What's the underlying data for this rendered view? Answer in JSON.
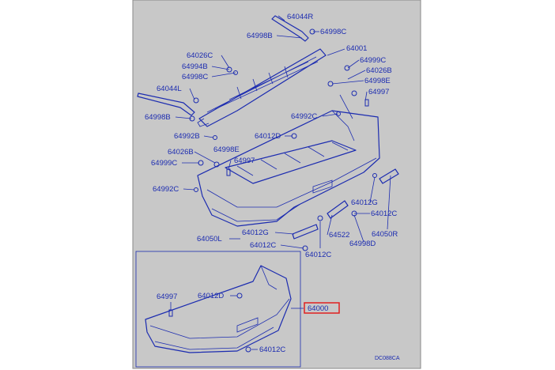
{
  "colors": {
    "panel_bg": "#c8c8c8",
    "ink": "#1c2cb0",
    "highlight": "#e02020"
  },
  "labels": {
    "l_64044R": "64044R",
    "l_64998B_a": "64998B",
    "l_64998C_a": "64998C",
    "l_64026C": "64026C",
    "l_64994B": "64994B",
    "l_64998C_b": "64998C",
    "l_64044L": "64044L",
    "l_64998B_b": "64998B",
    "l_64992B": "64992B",
    "l_64026B_a": "64026B",
    "l_64998E_a": "64998E",
    "l_64999C_a": "64999C",
    "l_64997_a": "64997",
    "l_64992C_a": "64992C",
    "l_64001": "64001",
    "l_64999C_b": "64999C",
    "l_64026B_b": "64026B",
    "l_64998E_b": "64998E",
    "l_64997_b": "64997",
    "l_64992C_b": "64992C",
    "l_64012D_a": "64012D",
    "l_64012G_a": "64012G",
    "l_64012C_a": "64012C",
    "l_64050R": "64050R",
    "l_64522": "64522",
    "l_64998D": "64998D",
    "l_64050L": "64050L",
    "l_64012G_b": "64012G",
    "l_64012C_b": "64012C",
    "l_64012C_c": "64012C",
    "l_64997_c": "64997",
    "l_64012D_b": "64012D",
    "l_64000": "64000",
    "l_64012C_d": "64012C",
    "l_code": "DC088CA"
  }
}
